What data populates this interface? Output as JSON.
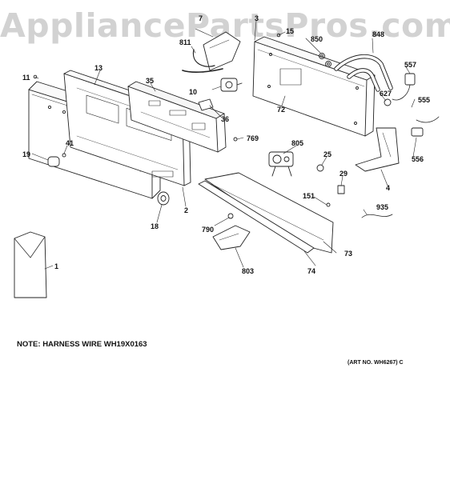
{
  "watermark": "AppliancePartsPros.com",
  "note": "NOTE: HARNESS WIRE WH19X0163",
  "art_no": "(ART NO. WH6267) C",
  "callouts": {
    "c7": "7",
    "c3": "3",
    "c15": "15",
    "c850": "850",
    "c848": "848",
    "c811": "811",
    "c11": "11",
    "c13": "13",
    "c35": "35",
    "c10": "10",
    "c72": "72",
    "c557": "557",
    "c627": "627",
    "c555": "555",
    "c36": "36",
    "c769": "769",
    "c805": "805",
    "c25": "25",
    "c41": "41",
    "c19": "19",
    "c556": "556",
    "c29": "29",
    "c4": "4",
    "c151": "151",
    "c2": "2",
    "c18": "18",
    "c935": "935",
    "c790": "790",
    "c73": "73",
    "c1": "1",
    "c803": "803",
    "c74": "74"
  }
}
